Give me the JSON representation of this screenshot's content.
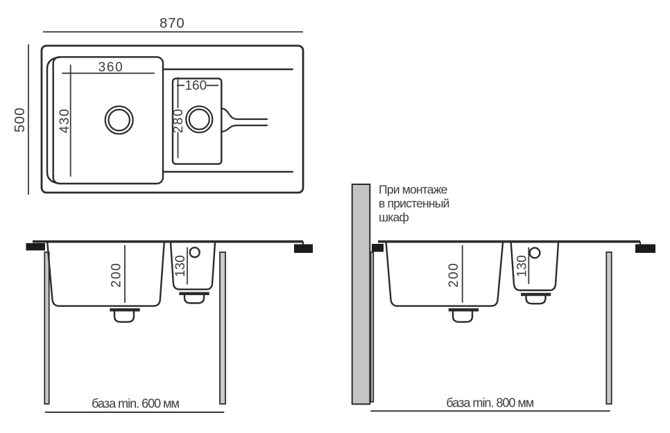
{
  "top_view": {
    "overall_width": "870",
    "overall_depth": "500",
    "main_bowl_width": "360",
    "main_bowl_depth": "430",
    "small_bowl_width": "160",
    "small_bowl_depth": "280"
  },
  "side_views": {
    "main_bowl_height": "200",
    "small_bowl_height": "130",
    "left_base": "база min. 600 мм",
    "right_base": "база min. 800 мм",
    "wall_note_line1": "При монтаже",
    "wall_note_line2": "в пристенный",
    "wall_note_line3": "шкаф"
  },
  "colors": {
    "background": "#ffffff",
    "line": "#2b2b2b",
    "dim": "#3a3a3a",
    "text": "#3c3c3c",
    "wall_fill": "#c4c4c4",
    "leg_fill": "#c9c9c9",
    "clamp": "#1c1c1c"
  }
}
